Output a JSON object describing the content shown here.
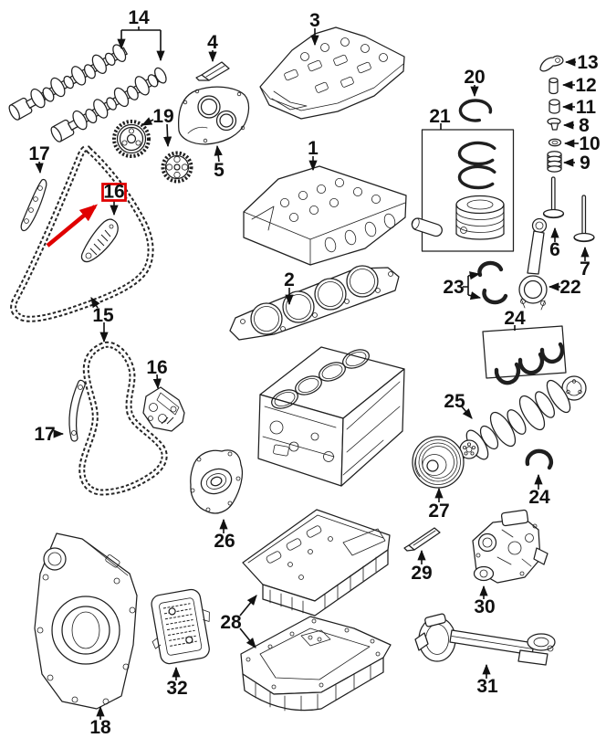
{
  "colors": {
    "line": "#1f1f1f",
    "highlight": "#e00000",
    "background": "#ffffff"
  },
  "highlight": {
    "selected_callout": "16"
  },
  "callouts": {
    "n14": {
      "label": "14"
    },
    "n17a": {
      "label": "17"
    },
    "n19": {
      "label": "19"
    },
    "n4": {
      "label": "4"
    },
    "n3": {
      "label": "3"
    },
    "n5": {
      "label": "5"
    },
    "n1": {
      "label": "1"
    },
    "n20": {
      "label": "20"
    },
    "n21": {
      "label": "21"
    },
    "n13": {
      "label": "13"
    },
    "n12": {
      "label": "12"
    },
    "n11": {
      "label": "11"
    },
    "n8": {
      "label": "8"
    },
    "n10": {
      "label": "10"
    },
    "n9": {
      "label": "9"
    },
    "n16hl": {
      "label": "16"
    },
    "n15": {
      "label": "15"
    },
    "n2": {
      "label": "2"
    },
    "n6": {
      "label": "6"
    },
    "n7": {
      "label": "7"
    },
    "n23": {
      "label": "23"
    },
    "n22": {
      "label": "22"
    },
    "n24a": {
      "label": "24"
    },
    "n25": {
      "label": "25"
    },
    "n16b": {
      "label": "16"
    },
    "n17b": {
      "label": "17"
    },
    "n27": {
      "label": "27"
    },
    "n24b": {
      "label": "24"
    },
    "n26": {
      "label": "26"
    },
    "n29": {
      "label": "29"
    },
    "n30": {
      "label": "30"
    },
    "n28": {
      "label": "28"
    },
    "n32": {
      "label": "32"
    },
    "n18": {
      "label": "18"
    },
    "n31": {
      "label": "31"
    }
  }
}
